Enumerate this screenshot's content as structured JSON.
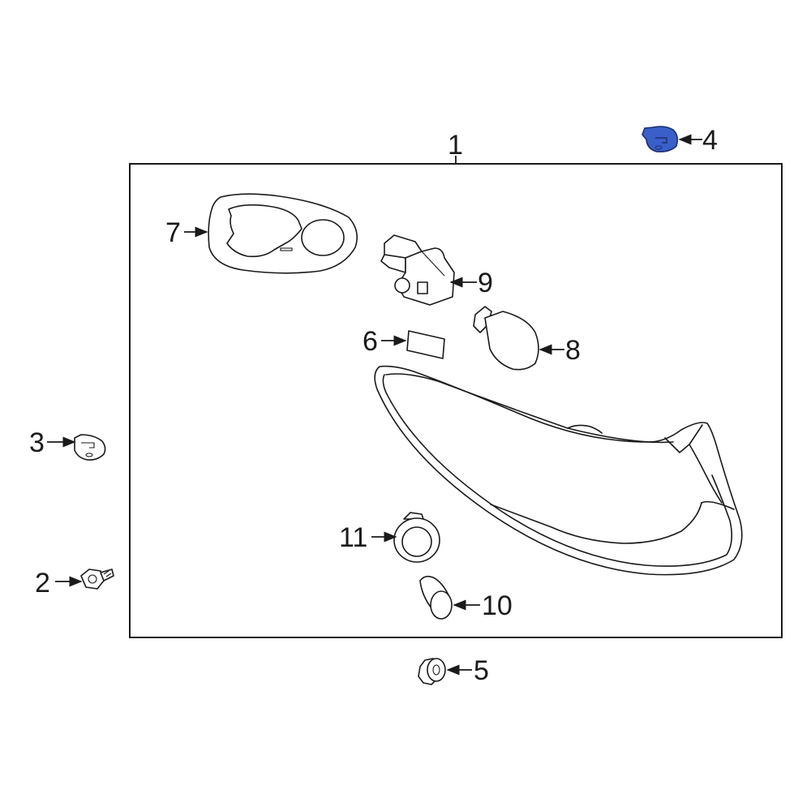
{
  "colors": {
    "line": "#1a1a1a",
    "highlight": "#3a5fc8",
    "background": "#ffffff"
  },
  "callouts": {
    "c1": "1",
    "c2": "2",
    "c3": "3",
    "c4": "4",
    "c5": "5",
    "c6": "6",
    "c7": "7",
    "c8": "8",
    "c9": "9",
    "c10": "10",
    "c11": "11"
  },
  "highlighted_part": "4"
}
